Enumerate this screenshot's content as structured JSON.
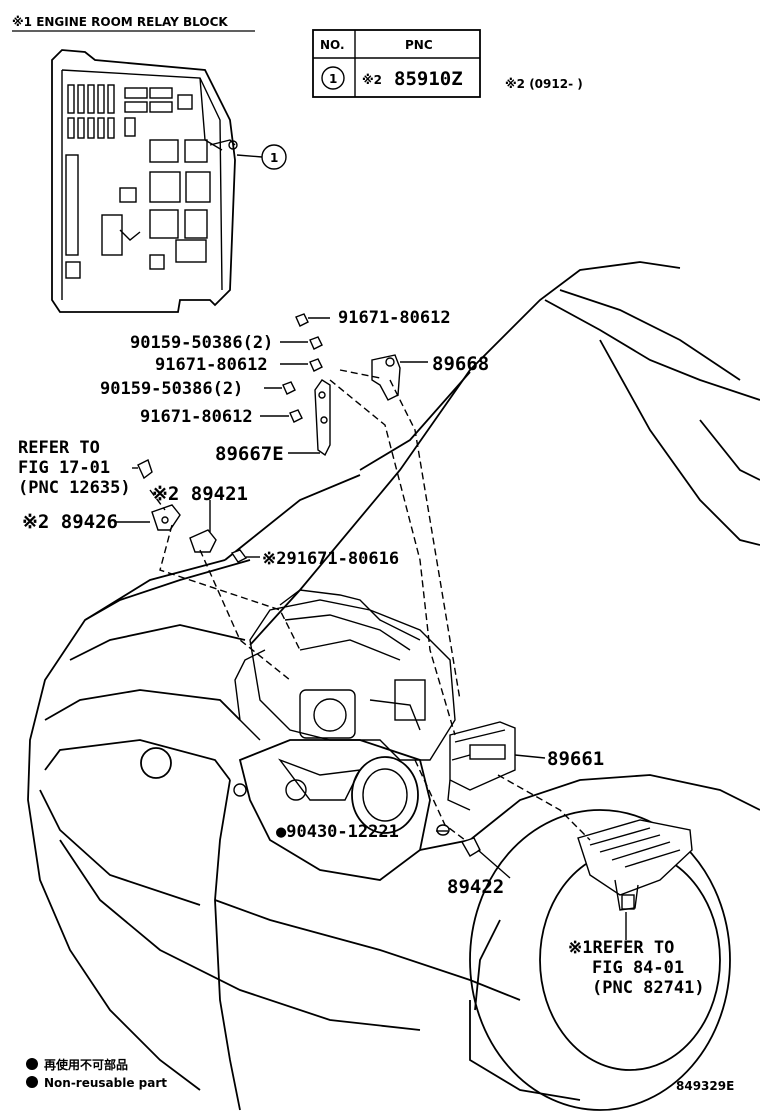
{
  "relay_block_title": "※1 ENGINE ROOM RELAY BLOCK",
  "table": {
    "col_no": "NO.",
    "col_pnc": "PNC",
    "row_no": "1",
    "row_mark": "※2",
    "row_pnc": "85910Z"
  },
  "note_date": "※2 (0912-    )",
  "callout_1": "1",
  "labels": {
    "p91671_top": "91671-80612",
    "p90159_a": "90159-50386(2)",
    "p91671_mid": "91671-80612",
    "p89668": "89668",
    "p90159_b": "90159-50386(2)",
    "p91671_low": "91671-80612",
    "p89667E": "89667E",
    "refer17_l1": "REFER TO",
    "refer17_l2": "FIG 17-01",
    "refer17_l3": "(PNC 12635)",
    "p89421": "※2 89421",
    "p89426": "※2 89426",
    "p91671_80616": "※291671-80616",
    "p89661": "89661",
    "p90430": "●90430-12221",
    "p89422": "89422",
    "refer84_l1": "※1REFER TO",
    "refer84_l2": "FIG 84-01",
    "refer84_l3": "(PNC 82741)"
  },
  "legend": {
    "jp": "再使用不可部品",
    "en": "Non-reusable part"
  },
  "figure_id": "849329E"
}
